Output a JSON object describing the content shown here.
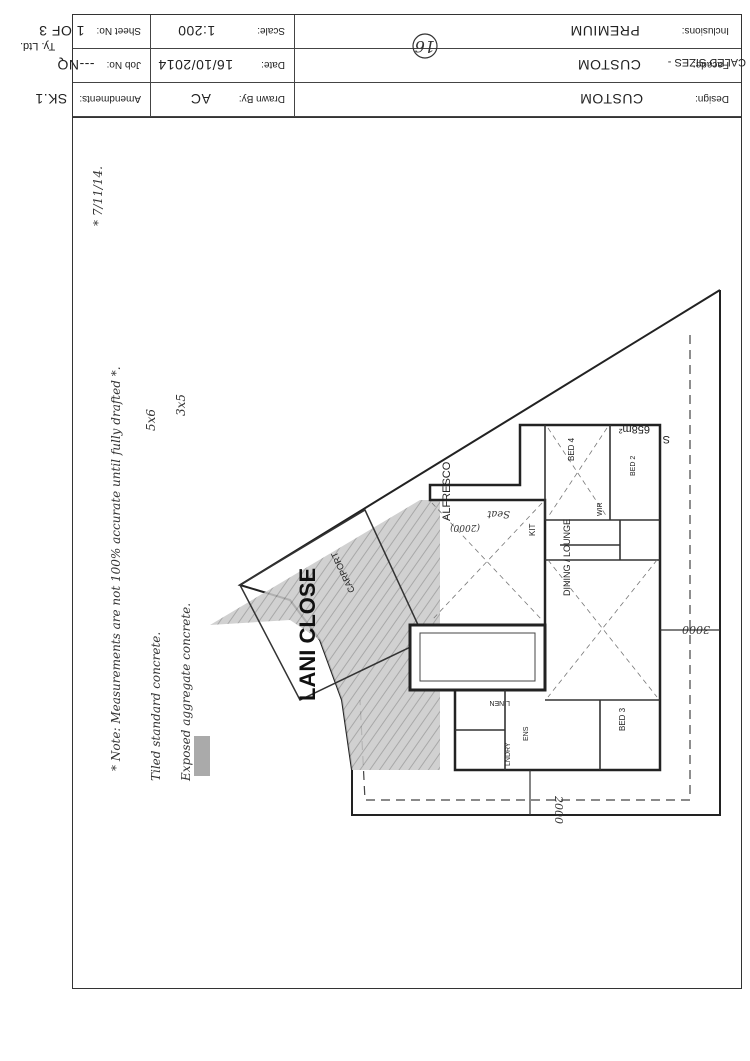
{
  "title_block": {
    "design_label": "Design:",
    "design_value": "CUSTOM",
    "facade_label": "Facade:",
    "facade_value": "CUSTOM",
    "inclusions_label": "Inclusions:",
    "inclusions_value": "PREMIUM",
    "drawn_by_label": "Drawn By:",
    "drawn_by_value": "AC",
    "date_label": "Date:",
    "date_value": "16/10/2014",
    "scale_label": "Scale:",
    "scale_value": "1:200",
    "amendments_label": "Amendments:",
    "amendments_value": "SK.1",
    "job_no_label": "Job No:",
    "job_no_value": "---NQ",
    "sheet_no_label": "Sheet No:",
    "sheet_no_value": "1 OF 3",
    "company_fragment": "Ty. Ltd.",
    "scaled_sizes": "CALED SIZES -"
  },
  "plan": {
    "street_name": "LANI CLOSE",
    "site_area": "658m²",
    "north_label": "S",
    "rooms": [
      "BED 4",
      "BED 3",
      "BED 2",
      "ALFRESCO",
      "DINING / LOUNGE",
      "CARPORT",
      "KIT",
      "WIR",
      "ENS",
      "LNDRY",
      "LINEN"
    ],
    "dimensions": [
      "3000",
      "2000",
      "(2000)"
    ],
    "seat_note": "Seat"
  },
  "annotations": {
    "circle_number": "16",
    "date_note": "* 7/11/14.",
    "size_note_1": "3x5",
    "size_note_2": "5x6",
    "legend_exposed": "Exposed aggregate concrete.",
    "legend_tiled": "Tiled standard concrete.",
    "note": "* Note: Measurements are not 100% accurate until fully drafted *."
  }
}
